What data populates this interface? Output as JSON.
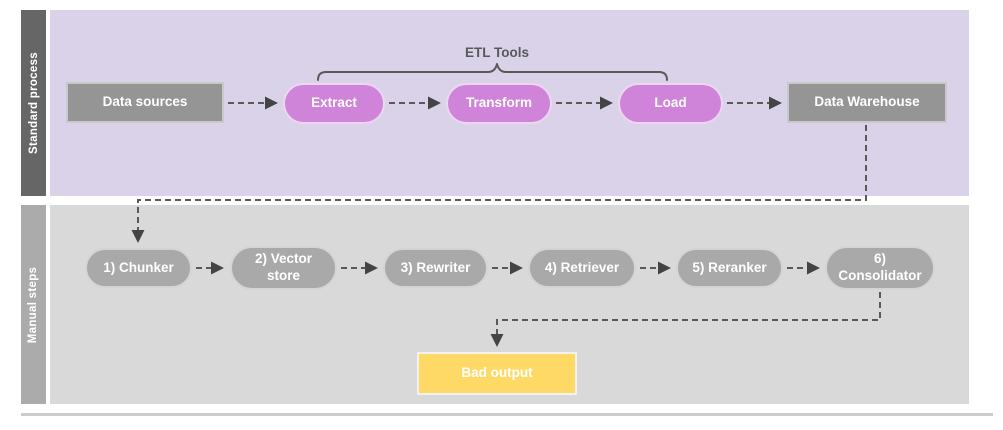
{
  "diagram": {
    "lanes": [
      {
        "label": "Standard process"
      },
      {
        "label": "Manual steps"
      }
    ],
    "etl_tools_label": "ETL Tools",
    "standard_nodes": {
      "data_sources": "Data sources",
      "extract": "Extract",
      "transform": "Transform",
      "load": "Load",
      "data_warehouse": "Data Warehouse"
    },
    "manual_steps": [
      "1) Chunker",
      "2) Vector store",
      "3) Rewriter",
      "4) Retriever",
      "5) Reranker",
      "6) Consolidator"
    ],
    "bad_output_label": "Bad output",
    "colors": {
      "lane1_bg": "#d9d2e9",
      "lane1_label_bg": "#666666",
      "lane2_bg": "#d9d9d9",
      "lane2_label_bg": "#ababab",
      "etl_pill": "#cf84da",
      "gray_box": "#959595",
      "gray_pill": "#a9a9a9",
      "bad_output_bg": "#ffd966",
      "connector": "#595959",
      "arrowhead": "#444444"
    }
  }
}
